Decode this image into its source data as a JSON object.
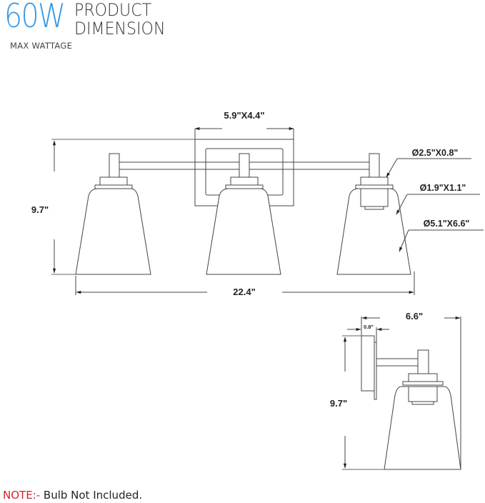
{
  "header": {
    "wattage": "60W",
    "title_line1": "PRODUCT",
    "title_line2": "DIMENSION",
    "subtitle": "MAX WATTAGE",
    "accent_color": "#3a9be3"
  },
  "front_view": {
    "backplate_dimension": "5.9\"X4.4\"",
    "height": "9.7\"",
    "width": "22.4\"",
    "callouts": [
      {
        "label": "Ø2.5\"X0.8\"",
        "part": "canopy-cup"
      },
      {
        "label": "Ø1.9\"X1.1\"",
        "part": "socket"
      },
      {
        "label": "Ø5.1\"X6.6\"",
        "part": "glass-shade"
      }
    ]
  },
  "side_view": {
    "depth": "6.6\"",
    "backplate_depth": "0.8\"",
    "height": "9.7\""
  },
  "footer": {
    "note_label": "NOTE:-",
    "note_text": " Bulb Not Included.",
    "note_color": "#d6202a"
  }
}
